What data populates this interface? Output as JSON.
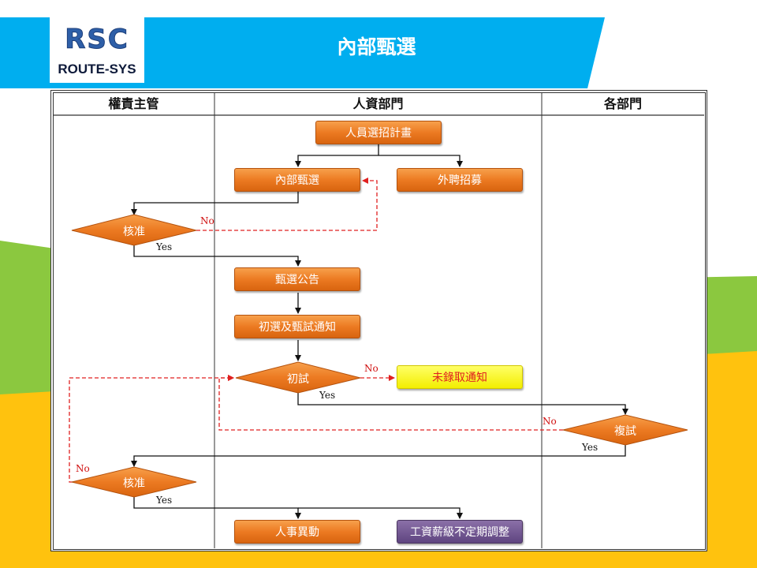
{
  "header": {
    "logo_letters": "RSC",
    "logo_text": "ROUTE-SYS",
    "title": "內部甄選"
  },
  "lanes": [
    "權責主管",
    "人資部門",
    "各部門"
  ],
  "nodes": {
    "plan": "人員選招計畫",
    "internal": "內部甄選",
    "external": "外聘招募",
    "approve1": "核准",
    "announce": "甄選公告",
    "notice": "初選及甄試通知",
    "first_interview": "初試",
    "reject_notice": "未錄取通知",
    "second_interview": "複試",
    "approve2": "核准",
    "transfer": "人事異動",
    "salary": "工資薪級不定期調整"
  },
  "edge_labels": {
    "approve1_no": "No",
    "approve1_yes": "Yes",
    "first_no": "No",
    "first_yes": "Yes",
    "second_no": "No",
    "second_yes": "Yes",
    "approve2_no": "No",
    "approve2_yes": "Yes"
  },
  "colors": {
    "banner_blue": "#00aeef",
    "node_orange": "#ec7a22",
    "reject_yellow": "#ffff33",
    "salary_purple": "#6b4f8c",
    "no_path_red": "#e02020",
    "background_green": "#8bc83f",
    "background_yellow": "#ffc20e"
  }
}
